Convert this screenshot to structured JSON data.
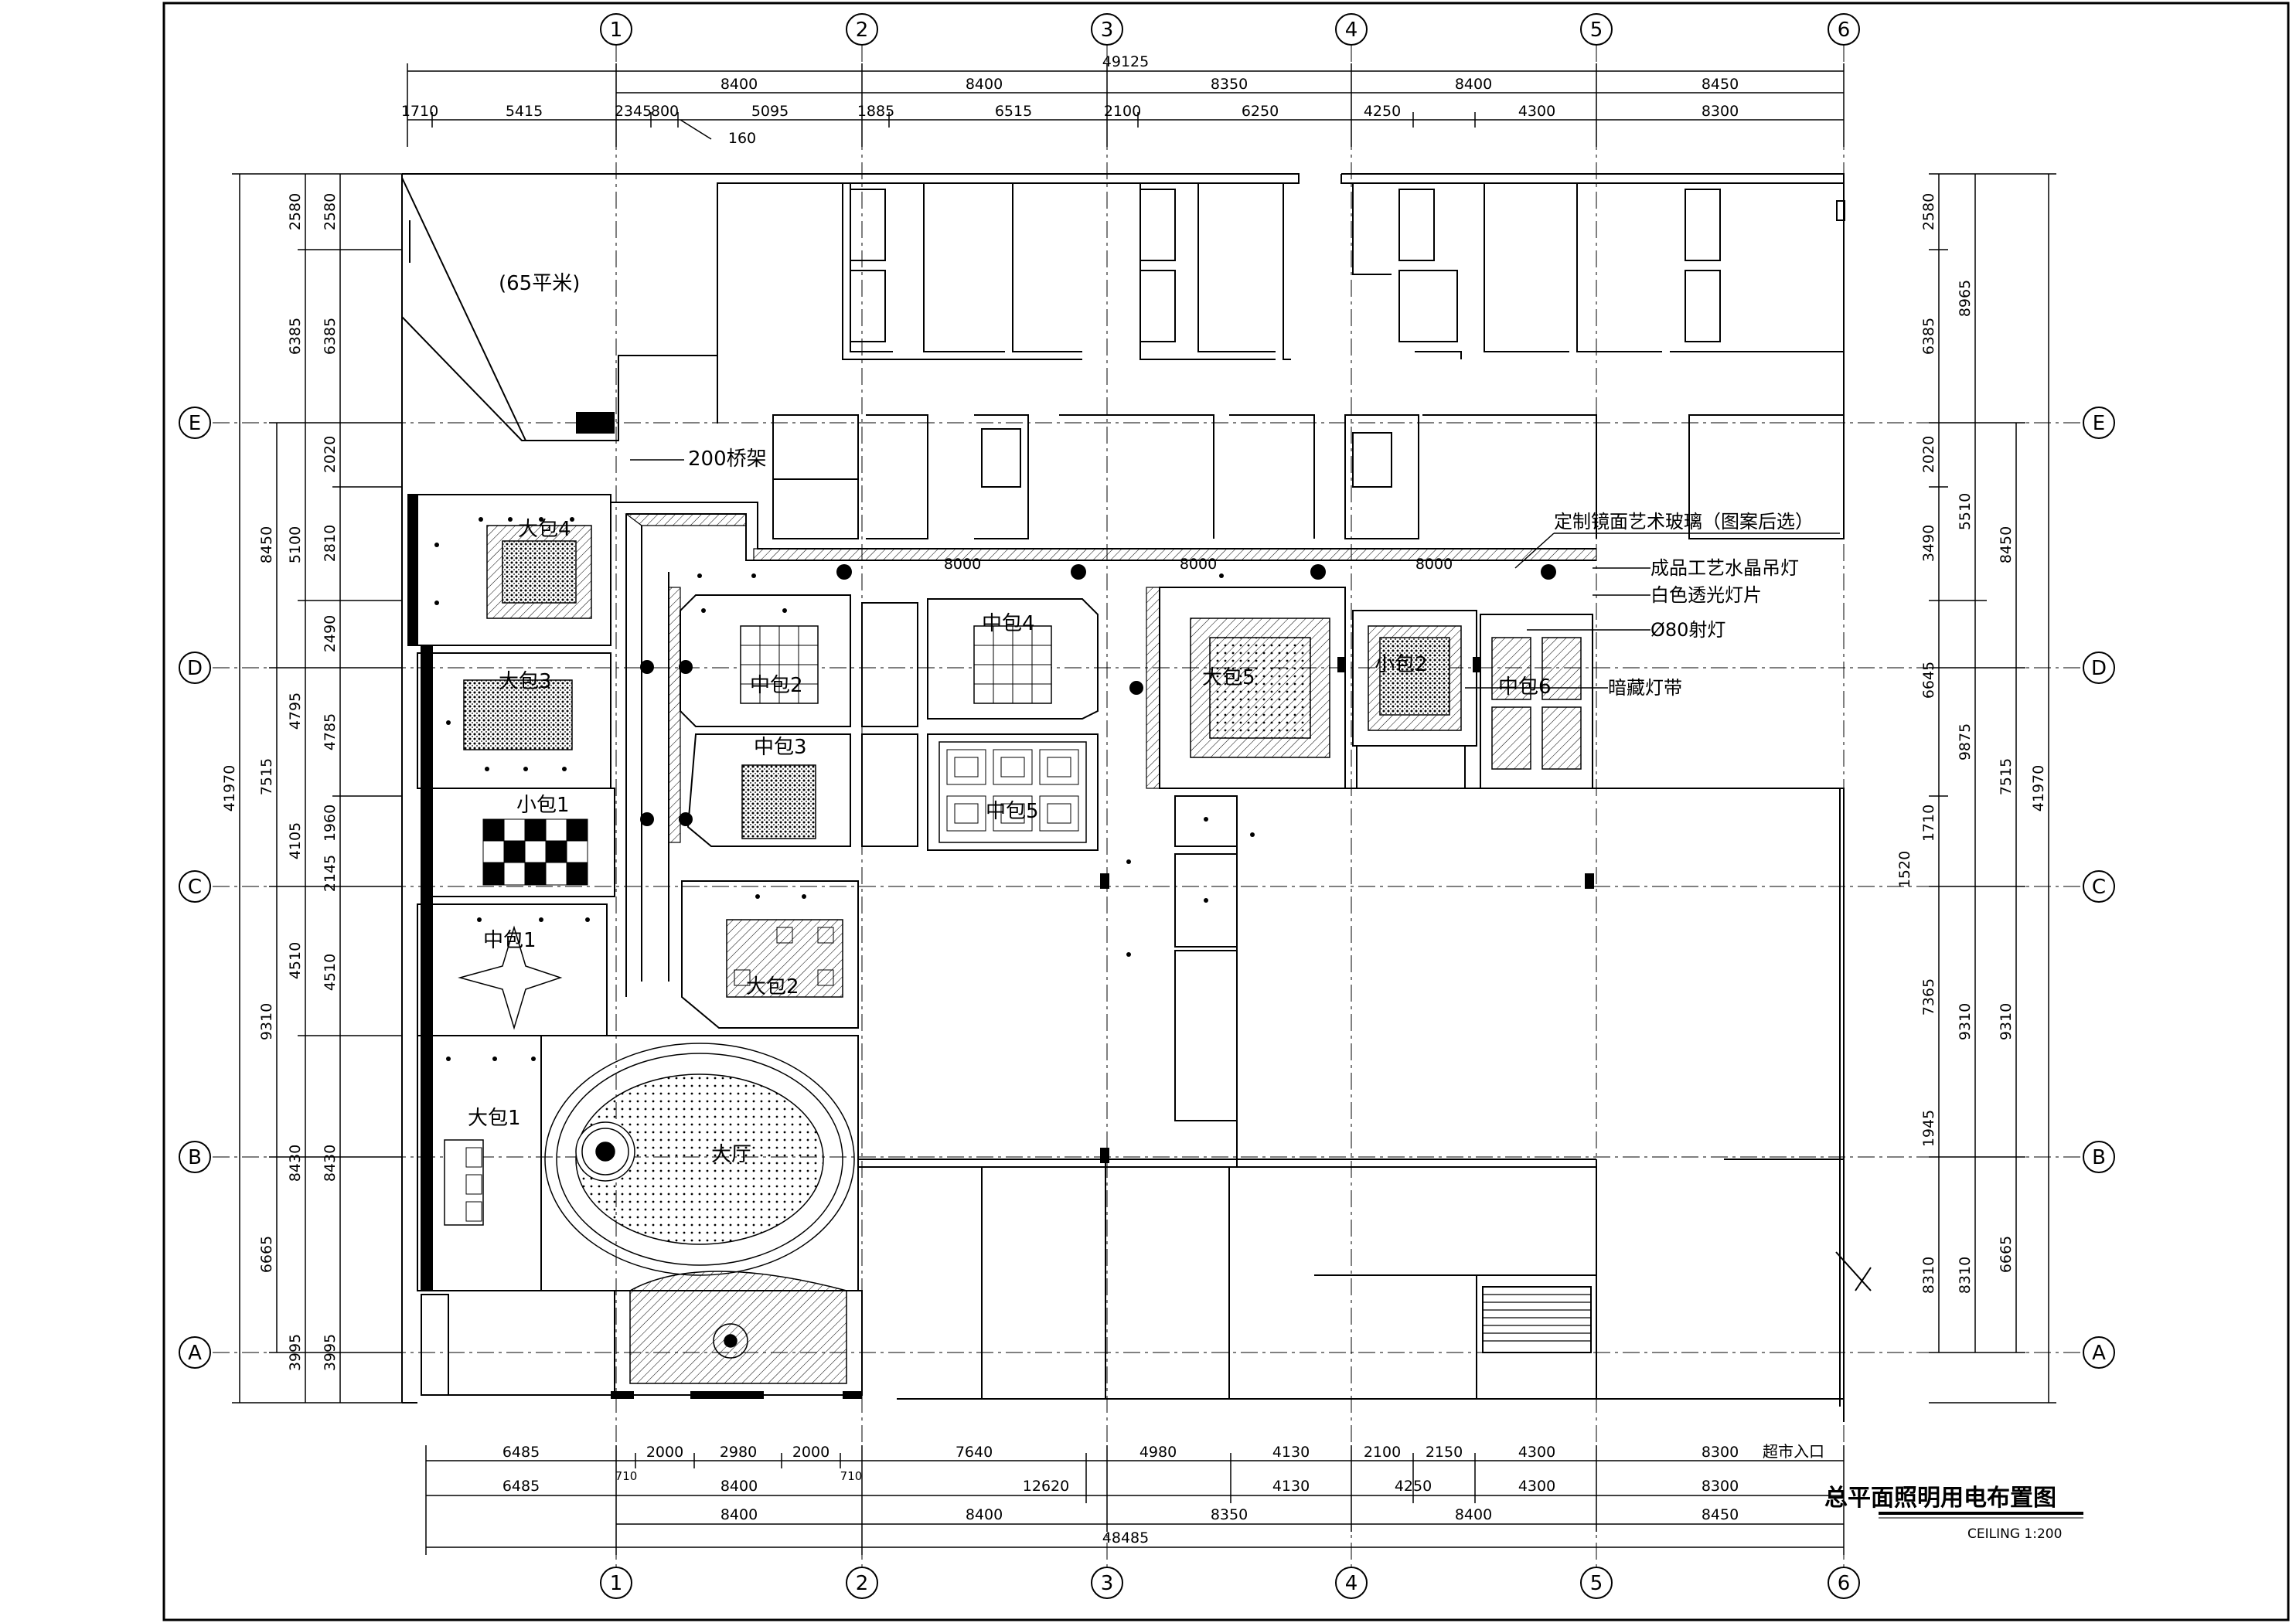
{
  "title_block": {
    "title": "总平面照明用电布置图",
    "subtitle": "CEILING 1:200"
  },
  "grid": {
    "columns": [
      "1",
      "2",
      "3",
      "4",
      "5",
      "6"
    ],
    "rows": [
      "E",
      "D",
      "C",
      "B",
      "A"
    ]
  },
  "dimensions": {
    "top_total": "49125",
    "top_row1": [
      "8400",
      "8400",
      "8350",
      "8400",
      "8450"
    ],
    "top_row2": [
      "1710",
      "5415",
      "2345",
      "800",
      "5095",
      "1885",
      "6515",
      "2100",
      "6250",
      "4250",
      "4300",
      "8300"
    ],
    "top_extra": "160",
    "bottom_row1": [
      "6485",
      "710",
      "2000",
      "2980",
      "2000",
      "710",
      "7640",
      "4980",
      "4130",
      "2100",
      "2150",
      "4300",
      "8300"
    ],
    "bottom_row2": [
      "6485",
      "8400",
      "12620",
      "4130",
      "4250",
      "4300",
      "8300"
    ],
    "bottom_row3": [
      "8400",
      "8400",
      "8350",
      "8400",
      "8450"
    ],
    "bottom_total": "48485",
    "left_outer": [
      "41970"
    ],
    "left_mid": [
      "8450",
      "7515",
      "9310",
      "6665"
    ],
    "left_c1": [
      "2580",
      "6385",
      "5100",
      "4795",
      "4105",
      "4510",
      "8430",
      "3995"
    ],
    "left_c2": [
      "2580",
      "6385",
      "2020",
      "2810",
      "2490",
      "4785",
      "1960",
      "2145",
      "4510",
      "8430",
      "3995"
    ],
    "right_c1": [
      "2580",
      "6385",
      "2020",
      "3490",
      "6645",
      "1710",
      "1520",
      "7365",
      "1945",
      "8310"
    ],
    "right_c2": [
      "8965",
      "5510",
      "9875",
      "9310",
      "8310"
    ],
    "right_c3": [
      "8450",
      "7515",
      "9310",
      "6665"
    ],
    "right_outer": [
      "41970"
    ],
    "corridor_spacing": [
      "8000",
      "8000",
      "8000"
    ]
  },
  "rooms": {
    "area_65": "(65平米)",
    "bridge": "200桥架",
    "dabao4": "大包4",
    "dabao3": "大包3",
    "xiaobao1": "小包1",
    "zhongbao1": "中包1",
    "dabao1": "大包1",
    "zhongbao2": "中包2",
    "zhongbao3": "中包3",
    "zhongbao4": "中包4",
    "zhongbao5": "中包5",
    "dabao2": "大包2",
    "dating": "大厅",
    "dabao5": "大包5",
    "xiaobao2": "小包2",
    "zhongbao6": "中包6",
    "entrance": "超市入口"
  },
  "legend_notes": [
    "定制镜面艺术玻璃（图案后选）",
    "成品工艺水晶吊灯",
    "白色透光灯片",
    "Ø80射灯",
    "暗藏灯带"
  ]
}
